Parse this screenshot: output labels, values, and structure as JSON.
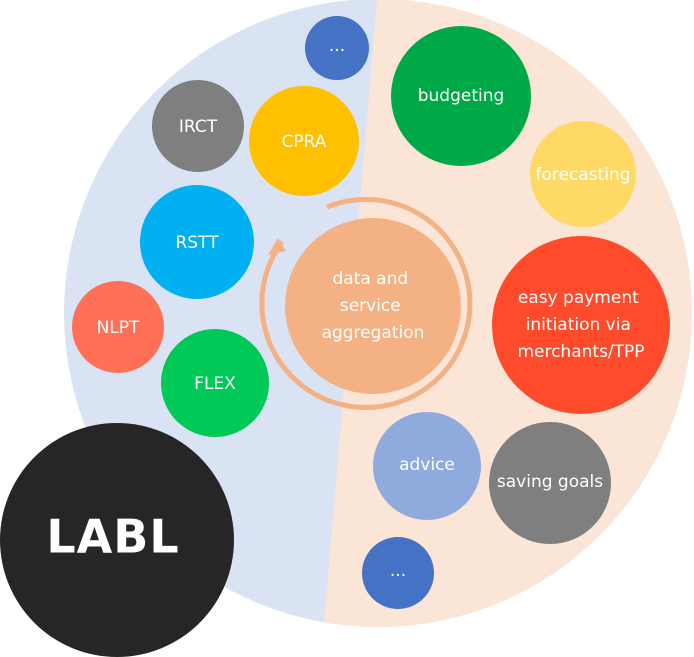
{
  "colors": {
    "left_background": "#dae3f3",
    "right_background": "#fbe5d6",
    "ring": "#f4b183",
    "center": "#f4b183",
    "logo": "#262626",
    "blue_dark": "#4472c4",
    "gray": "#7f7f7f",
    "gold": "#ffc000",
    "sky": "#00b0f0",
    "salmon": "#ff7157",
    "green_light": "#00c957",
    "green_dark": "#00a948",
    "yellow_light": "#ffd966",
    "red_orange": "#ff4b2b",
    "periwinkle": "#8faadc"
  },
  "logo": {
    "label": "LABL"
  },
  "center": {
    "lines": [
      "data and",
      "service",
      "aggregation"
    ]
  },
  "left_bubbles": [
    {
      "id": "more-left",
      "label": "...",
      "color": "#4472c4"
    },
    {
      "id": "irct",
      "label": "IRCT",
      "color": "#7f7f7f"
    },
    {
      "id": "cpra",
      "label": "CPRA",
      "color": "#ffc000"
    },
    {
      "id": "rstt",
      "label": "RSTT",
      "color": "#00b0f0"
    },
    {
      "id": "nlpt",
      "label": "NLPT",
      "color": "#ff7157"
    },
    {
      "id": "flex",
      "label": "FLEX",
      "color": "#00c957"
    }
  ],
  "right_bubbles": [
    {
      "id": "budgeting",
      "lines": [
        "budgeting"
      ],
      "color": "#00a948"
    },
    {
      "id": "forecasting",
      "lines": [
        "forecasting"
      ],
      "color": "#ffd966"
    },
    {
      "id": "easy-payment",
      "lines": [
        "easy payment",
        "initiation via",
        "merchants/TPP"
      ],
      "color": "#ff4b2b"
    },
    {
      "id": "advice",
      "lines": [
        "advice"
      ],
      "color": "#8faadc"
    },
    {
      "id": "saving-goals",
      "lines": [
        "saving goals"
      ],
      "color": "#7f7f7f"
    },
    {
      "id": "more-right",
      "lines": [
        "..."
      ],
      "color": "#4472c4"
    }
  ]
}
